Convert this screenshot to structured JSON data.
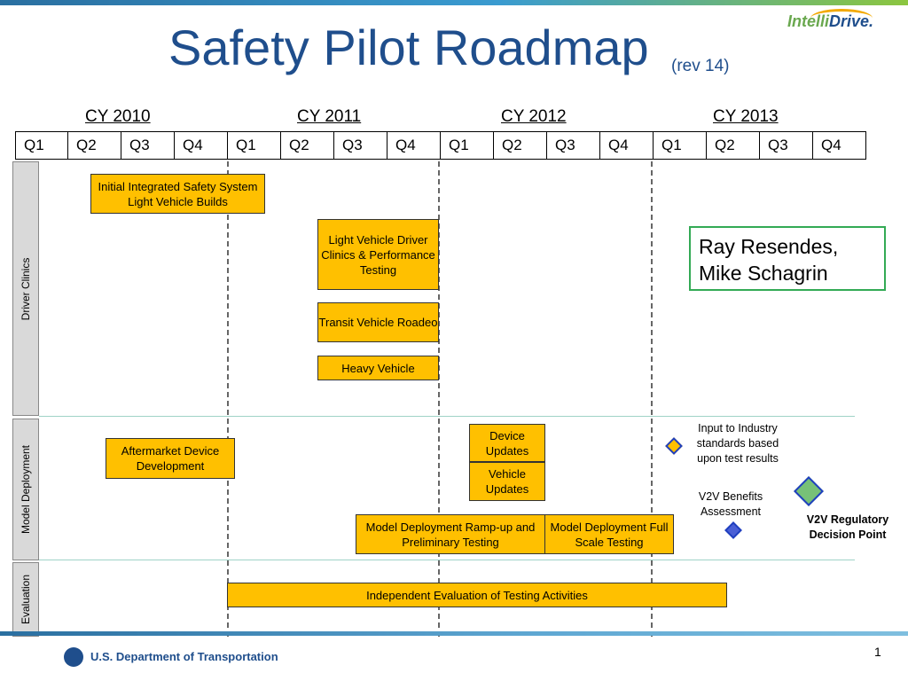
{
  "header": {
    "title": "Safety Pilot Roadmap",
    "rev": "(rev 14)"
  },
  "logo": {
    "part1": "Intelli",
    "part2": "Drive",
    "mark": "."
  },
  "years": [
    "CY 2010",
    "CY 2011",
    "CY 2012",
    "CY 2013"
  ],
  "quarters": [
    "Q1",
    "Q2",
    "Q3",
    "Q4",
    "Q1",
    "Q2",
    "Q3",
    "Q4",
    "Q1",
    "Q2",
    "Q3",
    "Q4",
    "Q1",
    "Q2",
    "Q3",
    "Q4"
  ],
  "lanes": {
    "driver_clinics": "Driver Clinics",
    "model_deployment": "Model Deployment",
    "evaluation": "Evaluation"
  },
  "boxes": {
    "initial_builds": "Initial Integrated Safety System Light Vehicle Builds",
    "lv_clinics": "Light Vehicle Driver Clinics & Performance Testing",
    "transit": "Transit Vehicle Roadeo",
    "heavy": "Heavy Vehicle",
    "aftermarket": "Aftermarket Device Development",
    "device_updates": "Device Updates",
    "vehicle_updates": "Vehicle Updates",
    "ramp_up": "Model Deployment  Ramp-up and Preliminary Testing",
    "full_scale": "Model Deployment Full Scale Testing",
    "independent_eval": "Independent Evaluation of Testing Activities"
  },
  "notes": {
    "input_industry": "Input to Industry standards based upon test results",
    "v2v_benefits": "V2V Benefits Assessment",
    "v2v_decision": "V2V Regulatory Decision Point"
  },
  "names": {
    "line1": "Ray Resendes,",
    "line2": "Mike Schagrin"
  },
  "footer": {
    "dot": "U.S. Department of Transportation",
    "page": "1"
  },
  "colors": {
    "title": "#1f4e8c",
    "box_fill": "#ffc000",
    "diamond_outline": "#1f3fbf",
    "decision_fill": "#77c177"
  }
}
